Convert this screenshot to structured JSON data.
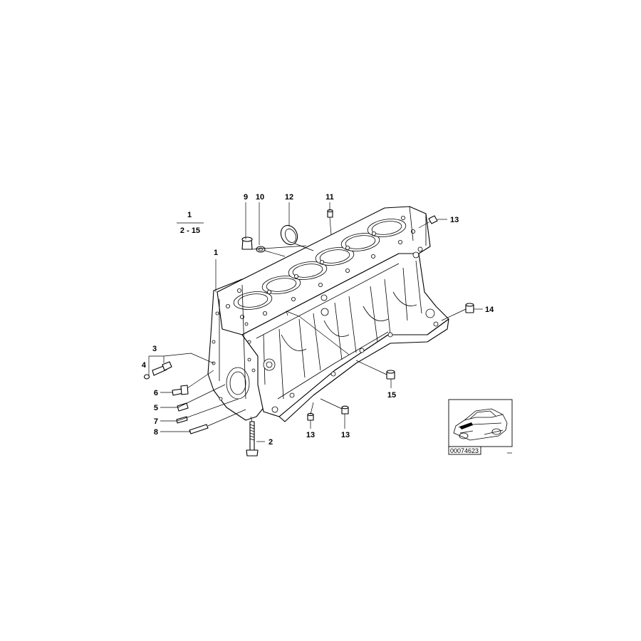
{
  "diagram": {
    "assembly_fraction": {
      "numerator": "1",
      "denominator": "2 - 15"
    },
    "callouts": [
      "1",
      "2",
      "3",
      "4",
      "5",
      "6",
      "7",
      "8",
      "9",
      "10",
      "12",
      "11",
      "13",
      "13",
      "13",
      "14",
      "15"
    ],
    "reference_image": {
      "id": "00074623"
    }
  }
}
